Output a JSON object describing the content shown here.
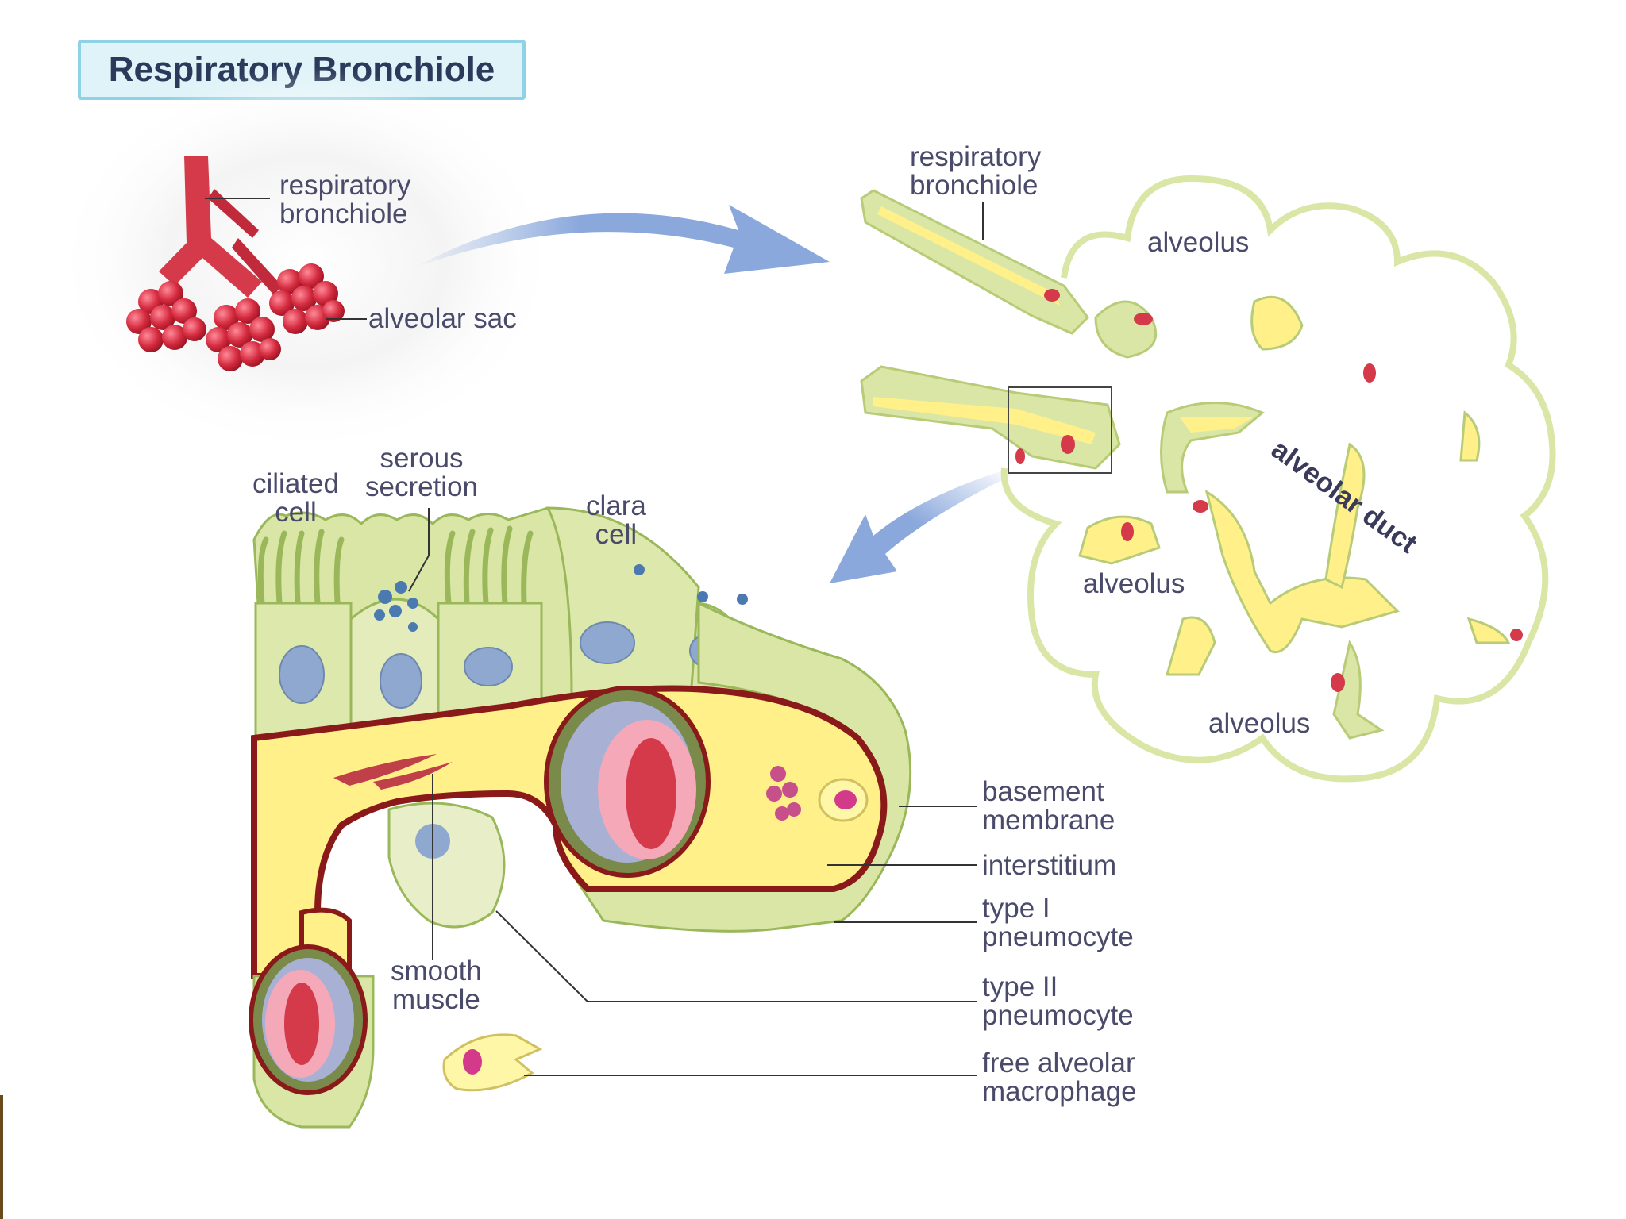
{
  "title": "Respiratory Bronchiole",
  "overview": {
    "labels": [
      {
        "id": "respiratory-bronchiole",
        "lines": [
          "respiratory",
          "bronchiole"
        ]
      },
      {
        "id": "alveolar-sac",
        "lines": [
          "alveolar sac"
        ]
      }
    ]
  },
  "acinus": {
    "labels": [
      {
        "id": "respiratory-bronchiole",
        "lines": [
          "respiratory",
          "bronchiole"
        ]
      },
      {
        "id": "alveolus-top",
        "lines": [
          "alveolus"
        ]
      },
      {
        "id": "alveolar-duct",
        "lines": [
          "alveolar duct"
        ]
      },
      {
        "id": "alveolus-middle",
        "lines": [
          "alveolus"
        ]
      },
      {
        "id": "alveolus-bottom",
        "lines": [
          "alveolus"
        ]
      }
    ]
  },
  "detail": {
    "labels": [
      {
        "id": "ciliated-cell",
        "lines": [
          "ciliated",
          "cell"
        ]
      },
      {
        "id": "serous-secretion",
        "lines": [
          "serous",
          "secretion"
        ]
      },
      {
        "id": "clara-cell",
        "lines": [
          "clara",
          "cell"
        ]
      },
      {
        "id": "smooth-muscle",
        "lines": [
          "smooth",
          "muscle"
        ]
      },
      {
        "id": "basement-membrane",
        "lines": [
          "basement",
          "membrane"
        ]
      },
      {
        "id": "interstitium",
        "lines": [
          "interstitium"
        ]
      },
      {
        "id": "type-1-pneumocyte",
        "lines": [
          "type I",
          "pneumocyte"
        ]
      },
      {
        "id": "type-2-pneumocyte",
        "lines": [
          "type II",
          "pneumocyte"
        ]
      },
      {
        "id": "free-alveolar-macrophage",
        "lines": [
          "free alveolar",
          "macrophage"
        ]
      }
    ]
  },
  "colors": {
    "vessel_red": "#d43a4a",
    "cell_green": "#d9e6a6",
    "cell_green_dark": "#b8cc78",
    "interstitium_yellow": "#fff08a",
    "membrane_dark": "#8a1a1a",
    "nucleus_blue": "#8fa8cf",
    "arrow_blue": "#8aa8dc",
    "label_text": "#4a4a6a",
    "title_fill": "#dff3f8",
    "title_border": "#8fd2e6"
  }
}
